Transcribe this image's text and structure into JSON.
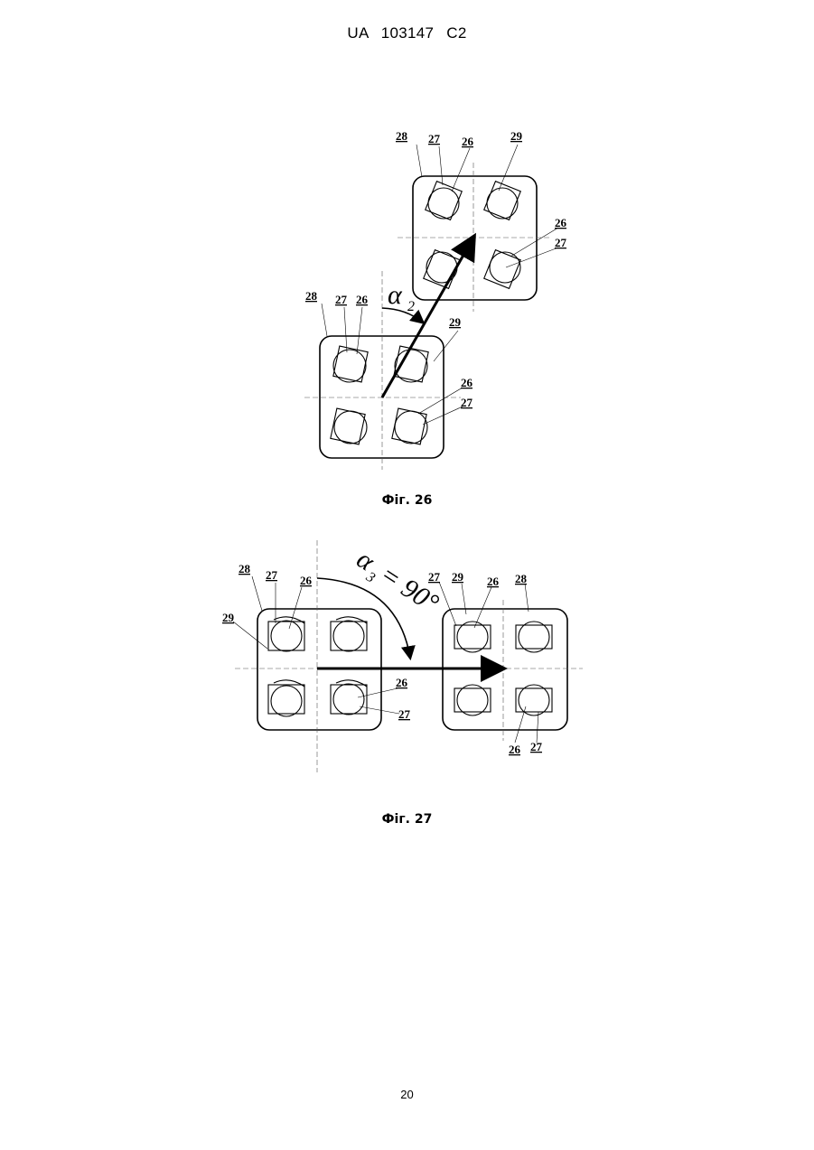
{
  "header": {
    "text": "UA   103147   C2"
  },
  "fig26": {
    "caption": "Фіг. 26",
    "angle_symbol": "α",
    "angle_sub": "2",
    "labels": {
      "top_28": "28",
      "top_27": "27",
      "top_26": "26",
      "top_29": "29",
      "top_right_26": "26",
      "top_right_27": "27",
      "bot_28": "28",
      "bot_27": "27",
      "bot_26": "26",
      "bot_29": "29",
      "bot_right_26": "26",
      "bot_right_27": "27"
    }
  },
  "fig27": {
    "caption": "Фіг. 27",
    "angle_symbol": "α",
    "angle_sub": "3",
    "angle_value": "= 90°",
    "labels": {
      "left_28": "28",
      "left_27": "27",
      "left_26": "26",
      "left_29": "29",
      "left_mid_26": "26",
      "left_mid_27": "27",
      "right_27": "27",
      "right_29": "29",
      "right_26": "26",
      "right_28": "28",
      "right_bot_26": "26",
      "right_bot_27": "27"
    }
  },
  "page_number": "20"
}
